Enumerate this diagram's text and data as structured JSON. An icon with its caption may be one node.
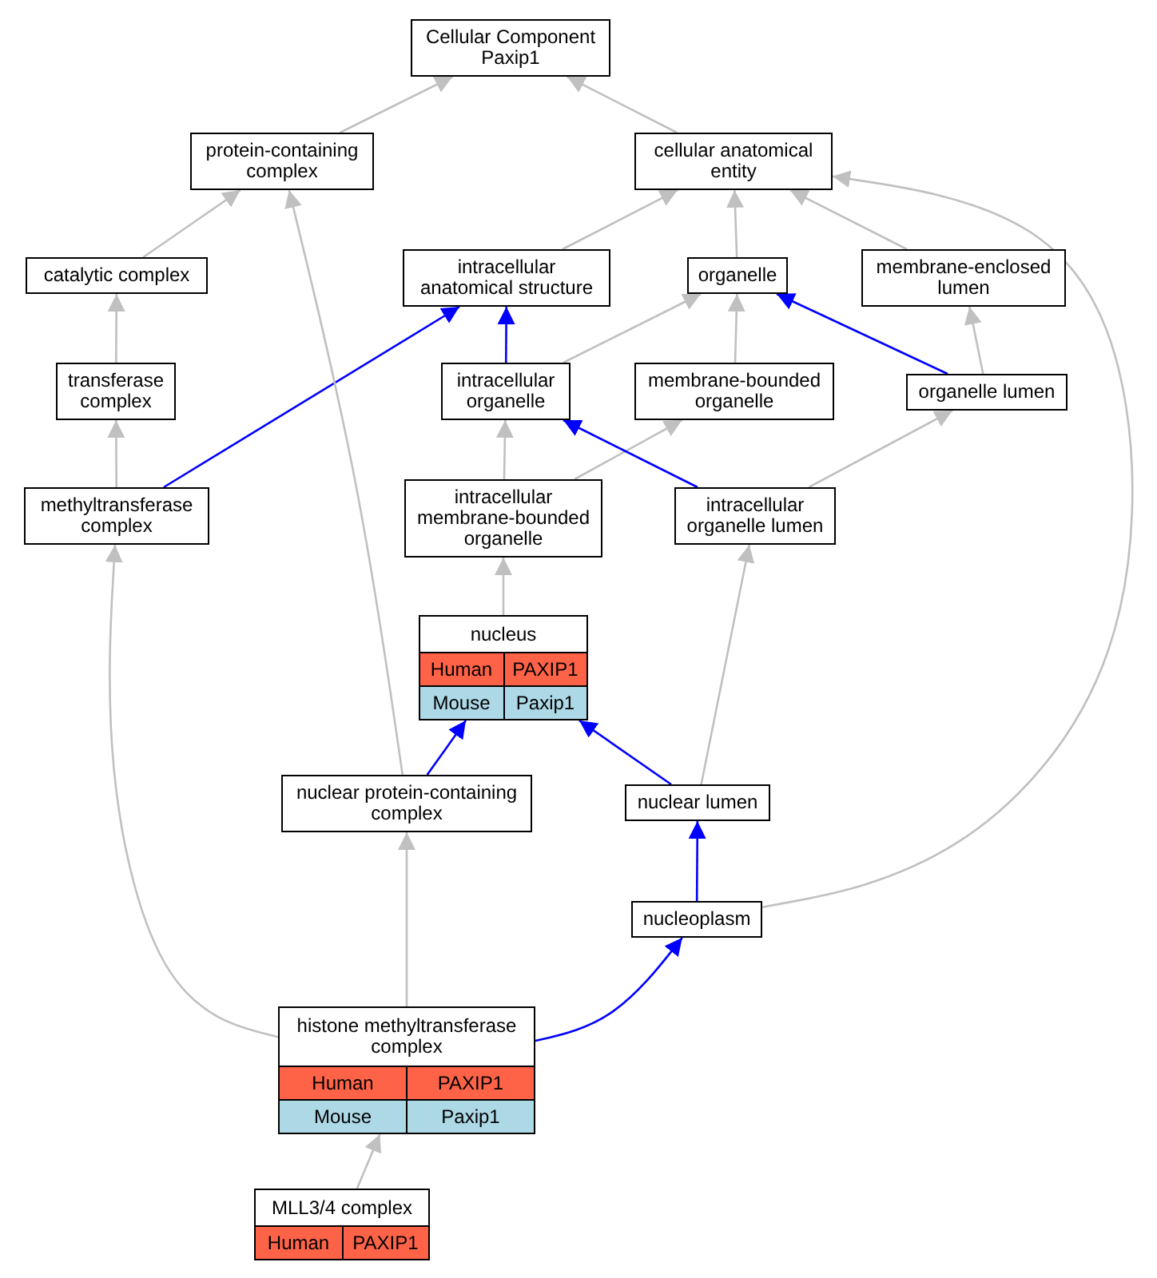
{
  "diagram": {
    "nodes": [
      {
        "text": [
          "Cellular Component Paxip1"
        ]
      },
      {
        "text": [
          "protein-containing complex"
        ]
      },
      {
        "text": [
          "cellular anatomical entity"
        ]
      },
      {
        "text": [
          "catalytic complex"
        ]
      },
      {
        "text": [
          "intracellular anatomical structure"
        ]
      },
      {
        "text": [
          "organelle"
        ]
      },
      {
        "text": [
          "membrane-enclosed lumen"
        ]
      },
      {
        "text": [
          "transferase complex"
        ]
      },
      {
        "text": [
          "intracellular organelle"
        ]
      },
      {
        "text": [
          "membrane-bounded organelle"
        ]
      },
      {
        "text": [
          "organelle lumen"
        ]
      },
      {
        "text": [
          "methyltransferase complex"
        ]
      },
      {
        "text": [
          "intracellular membrane-bounded organelle"
        ]
      },
      {
        "text": [
          "intracellular organelle lumen"
        ]
      },
      {
        "text": [
          "nucleus",
          "Human",
          "PAXIP1",
          "Mouse",
          "Paxip1"
        ]
      },
      {
        "text": [
          "nuclear protein-containing complex"
        ]
      },
      {
        "text": [
          "nuclear lumen"
        ]
      },
      {
        "text": [
          "nucleoplasm"
        ]
      },
      {
        "text": [
          "histone methyltransferase complex",
          "Human",
          "PAXIP1",
          "Mouse",
          "Paxip1"
        ]
      },
      {
        "text": [
          "MLL3/4 complex",
          "Human",
          "PAXIP1"
        ]
      }
    ],
    "edges": [
      {
        "from": 1,
        "to": 0,
        "arrow": "to"
      },
      {
        "from": 2,
        "to": 0,
        "arrow": "to"
      },
      {
        "from": 3,
        "to": 1,
        "arrow": "to"
      },
      {
        "from": 4,
        "to": 2,
        "arrow": "to"
      },
      {
        "from": 5,
        "to": 2,
        "arrow": "to"
      },
      {
        "from": 6,
        "to": 2,
        "arrow": "to"
      },
      {
        "from": 7,
        "to": 3,
        "arrow": "to"
      },
      {
        "from": 11,
        "to": 4,
        "arrow": "to",
        "color": "#0000ff"
      },
      {
        "from": 8,
        "to": 4,
        "arrow": "to",
        "color": "#0000ff"
      },
      {
        "from": 8,
        "to": 5,
        "arrow": "to"
      },
      {
        "from": 9,
        "to": 5,
        "arrow": "to"
      },
      {
        "from": 10,
        "to": 5,
        "arrow": "to",
        "color": "#0000ff"
      },
      {
        "from": 10,
        "to": 6,
        "arrow": "to"
      },
      {
        "from": 11,
        "to": 7,
        "arrow": "to"
      },
      {
        "from": 12,
        "to": 8,
        "arrow": "to"
      },
      {
        "from": 12,
        "to": 9,
        "arrow": "to"
      },
      {
        "from": 13,
        "to": 8,
        "arrow": "to",
        "color": "#0000ff"
      },
      {
        "from": 13,
        "to": 10,
        "arrow": "to"
      },
      {
        "from": 14,
        "to": 12,
        "arrow": "to"
      },
      {
        "from": 15,
        "to": 1,
        "arrow": "to"
      },
      {
        "from": 15,
        "to": 14,
        "arrow": "to",
        "color": "#0000ff"
      },
      {
        "from": 16,
        "to": 14,
        "arrow": "to",
        "color": "#0000ff"
      },
      {
        "from": 16,
        "to": 13,
        "arrow": "to"
      },
      {
        "from": 17,
        "to": 16,
        "arrow": "to",
        "color": "#0000ff"
      },
      {
        "from": 17,
        "to": 2,
        "arrow": "to"
      },
      {
        "from": 18,
        "to": 11,
        "arrow": "to"
      },
      {
        "from": 18,
        "to": 15,
        "arrow": "to"
      },
      {
        "from": 18,
        "to": 17,
        "arrow": "to",
        "color": "#0000ff"
      },
      {
        "from": 19,
        "to": 18,
        "arrow": "to"
      }
    ]
  }
}
